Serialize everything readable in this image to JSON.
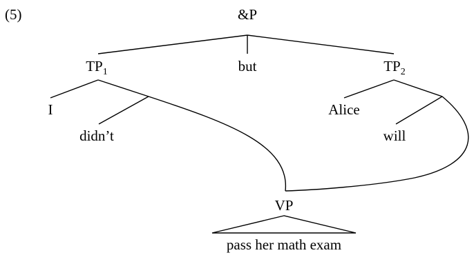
{
  "example": {
    "number": "(5)"
  },
  "tree": {
    "root": {
      "label": "&P"
    },
    "left_conjunct": {
      "label": "TP",
      "subscript": "1",
      "subject": "I",
      "auxiliary": "didn’t"
    },
    "conjunction": {
      "label": "but"
    },
    "right_conjunct": {
      "label": "TP",
      "subscript": "2",
      "subject": "Alice",
      "auxiliary": "will"
    },
    "shared_node": {
      "label": "VP",
      "terminal_string": "pass her math exam"
    }
  }
}
